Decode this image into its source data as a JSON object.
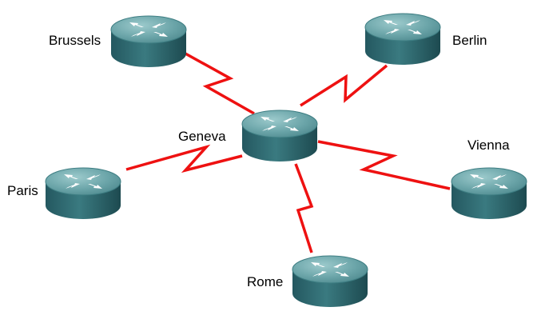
{
  "colors": {
    "link": "#ee1111",
    "router_top": "#5f9a9e",
    "router_top_light": "#8cc0c3",
    "router_side": "#2f6a70",
    "router_side_dark": "#1f4f54",
    "arrow": "#ffffff",
    "label": "#000000"
  },
  "topology": {
    "hub": "Geneva",
    "links": [
      {
        "from": "Geneva",
        "to": "Brussels",
        "type": "serial"
      },
      {
        "from": "Geneva",
        "to": "Berlin",
        "type": "serial"
      },
      {
        "from": "Geneva",
        "to": "Paris",
        "type": "serial"
      },
      {
        "from": "Geneva",
        "to": "Vienna",
        "type": "serial"
      },
      {
        "from": "Geneva",
        "to": "Rome",
        "type": "serial"
      }
    ]
  },
  "nodes": {
    "brussels": {
      "label": "Brussels",
      "icon": "router-icon"
    },
    "berlin": {
      "label": "Berlin",
      "icon": "router-icon"
    },
    "geneva": {
      "label": "Geneva",
      "icon": "router-icon"
    },
    "paris": {
      "label": "Paris",
      "icon": "router-icon"
    },
    "vienna": {
      "label": "Vienna",
      "icon": "router-icon"
    },
    "rome": {
      "label": "Rome",
      "icon": "router-icon"
    }
  }
}
